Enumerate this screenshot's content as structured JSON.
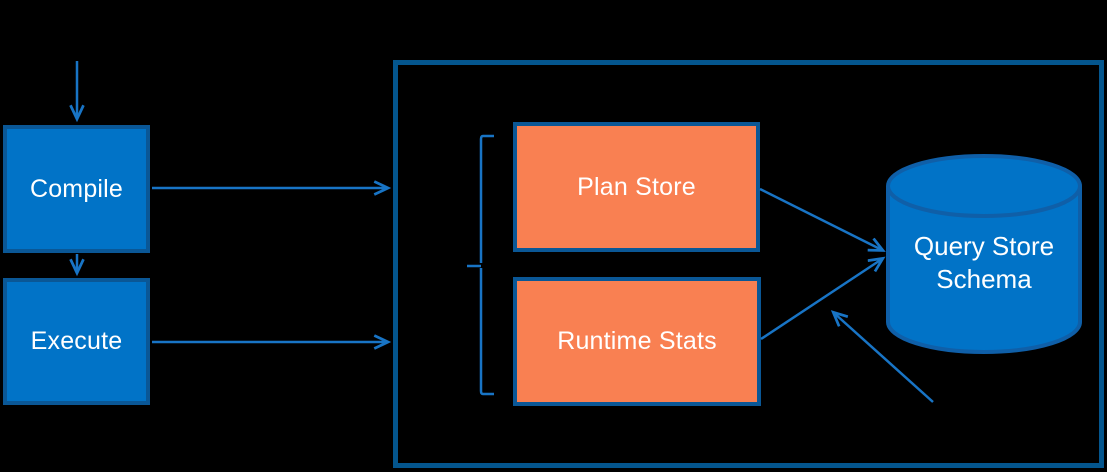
{
  "colors": {
    "background": "#000000",
    "node_blue": "#0173C7",
    "node_border": "#0A5796",
    "boundary_border": "#04568E",
    "node_orange": "#F98052",
    "connector_blue": "#1874C5",
    "cylinder_border": "#0F5FA8",
    "text": "#FFFFFF"
  },
  "nodes": {
    "compile": {
      "label": "Compile"
    },
    "execute": {
      "label": "Execute"
    },
    "plan_store": {
      "label": "Plan Store"
    },
    "runtime_stats": {
      "label": "Runtime Stats"
    },
    "query_store_schema": {
      "label_line1": "Query Store",
      "label_line2": "Schema"
    }
  },
  "edges": [
    {
      "from": "incoming-query",
      "to": "compile",
      "type": "arrow"
    },
    {
      "from": "compile",
      "to": "query-store-boundary",
      "type": "arrow"
    },
    {
      "from": "compile",
      "to": "execute",
      "type": "arrow"
    },
    {
      "from": "execute",
      "to": "query-store-boundary",
      "type": "arrow"
    },
    {
      "from": "plan-store",
      "to": "query-store-schema",
      "type": "arrow"
    },
    {
      "from": "runtime-stats",
      "to": "query-store-schema",
      "type": "arrow"
    },
    {
      "from": "outside-bottom",
      "to": "query-store-schema",
      "type": "arrow"
    },
    {
      "from": "bracket",
      "to": "plan-store-and-runtime-stats",
      "type": "grouping-bracket"
    }
  ]
}
